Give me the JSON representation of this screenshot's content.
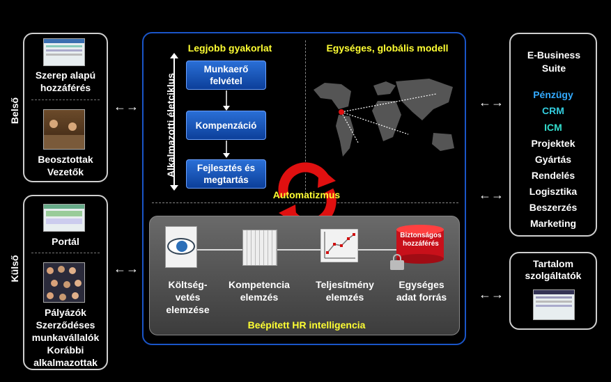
{
  "left": {
    "internal_label": "Belső",
    "external_label": "Külső",
    "role_access": "Szerep alapú hozzáférés",
    "subordinates": "Beosztottak Vezetők",
    "portal": "Portál",
    "applicants": [
      "Pályázók",
      "Szerződéses",
      "munkavállalók",
      "Korábbi",
      "alkalmazottak"
    ]
  },
  "center": {
    "best_practice": "Legjobb gyakorlat",
    "global_model": "Egységes, globális modell",
    "lifecycle": "Alkalmazotti életciklus",
    "steps": [
      "Munkaerő felvétel",
      "Kompenzáció",
      "Fejlesztés és megtartás"
    ],
    "automation": "Automatizmus",
    "analytics": [
      "Költség-\nvetés\nelemzése",
      "Kompetencia\nelemzés",
      "Teljesítmény\nelemzés",
      "Egységes\nadat forrás"
    ],
    "secure_access": "Biztonságos hozzáférés",
    "hr_intel": "Beépített HR intelligencia"
  },
  "right": {
    "suite_title": "E-Business Suite",
    "modules_colored": [
      {
        "label": "Pénzügy",
        "color": "#33aaff"
      },
      {
        "label": "CRM",
        "color": "#33ccdd"
      },
      {
        "label": "ICM",
        "color": "#33ddcc"
      }
    ],
    "modules": [
      "Projektek",
      "Gyártás",
      "Rendelés",
      "Logisztika",
      "Beszerzés",
      "Marketing"
    ],
    "content_providers": "Tartalom szolgáltatók"
  },
  "colors": {
    "accent_blue": "#1a55c8",
    "step_blue": "#1a5bc4",
    "yellow": "#ffff33",
    "red": "#e01010"
  }
}
